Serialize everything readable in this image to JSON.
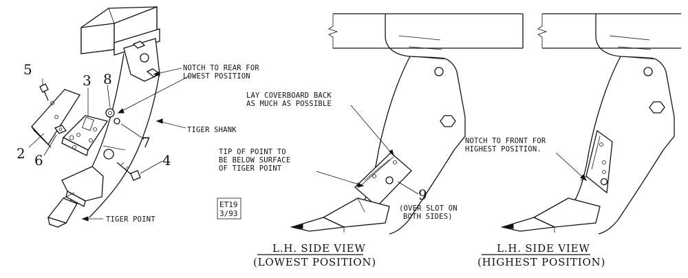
{
  "callouts": {
    "notch_rear_line1": "NOTCH TO REAR FOR",
    "notch_rear_line2": "LOWEST POSITION",
    "tiger_shank": "TIGER SHANK",
    "tiger_point": "TIGER POINT",
    "lay_coverboard_line1": "LAY COVERBOARD BACK",
    "lay_coverboard_line2": "AS MUCH AS POSSIBLE",
    "tip_line1": "TIP OF POINT TO",
    "tip_line2": "BE BELOW SURFACE",
    "tip_line3": "OF TIGER POINT",
    "over_slot_line1": "(OVER SLOT ON",
    "over_slot_line2": "BOTH SIDES)",
    "notch_front_line1": "NOTCH TO FRONT FOR",
    "notch_front_line2": "HIGHEST POSITION."
  },
  "part_numbers": {
    "p2": "2",
    "p3": "3",
    "p4": "4",
    "p5": "5",
    "p6": "6",
    "p7": "7",
    "p8": "8",
    "p9": "9"
  },
  "stamp": {
    "code": "ET19",
    "date": "3/93"
  },
  "views": {
    "lowest_title_line1": "L.H. SIDE VIEW",
    "lowest_title_line2": "(LOWEST POSITION)",
    "highest_title_line1": "L.H. SIDE VIEW",
    "highest_title_line2": "(HIGHEST POSITION)"
  }
}
